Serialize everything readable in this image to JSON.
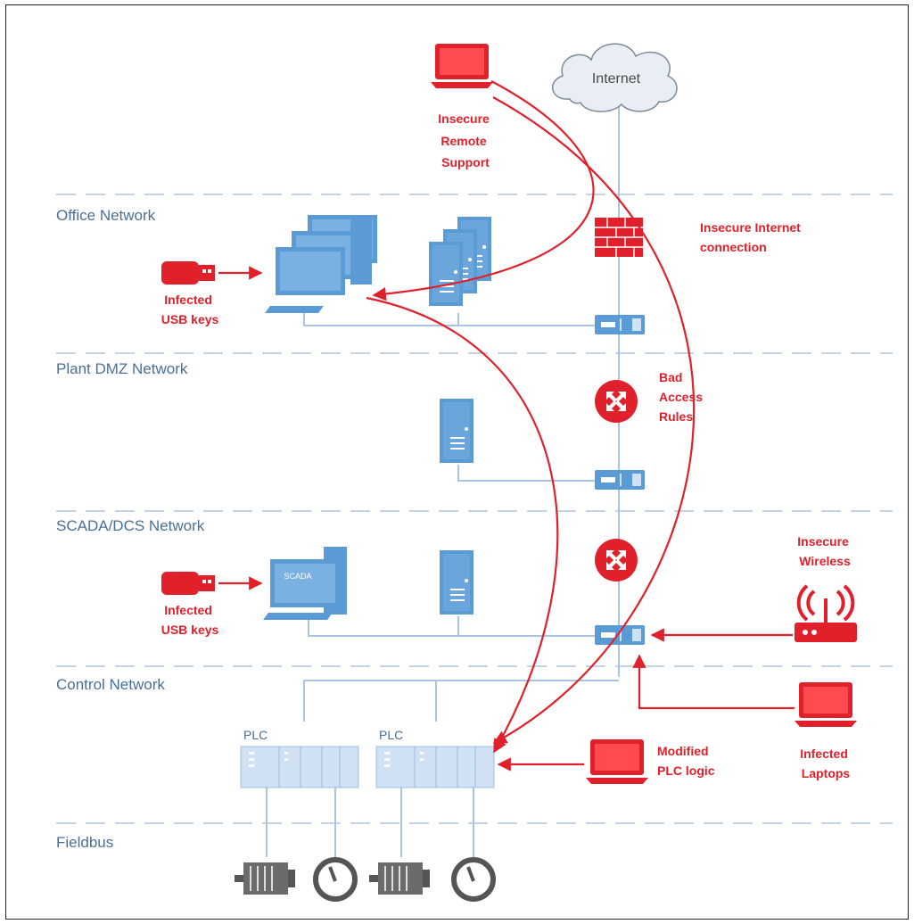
{
  "zones": {
    "office": "Office Network",
    "dmz": "Plant DMZ Network",
    "scada": "SCADA/DCS Network",
    "control": "Control Network",
    "fieldbus": "Fieldbus"
  },
  "internet_label": "Internet",
  "scada_screen_label": "SCADA",
  "plc_label": "PLC",
  "threats": {
    "remote_support": [
      "Insecure",
      "Remote",
      "Support"
    ],
    "internet_connection": [
      "Insecure Internet",
      "connection"
    ],
    "usb_office": [
      "Infected",
      "USB keys"
    ],
    "usb_scada": [
      "Infected",
      "USB keys"
    ],
    "access_rules": [
      "Bad",
      "Access",
      "Rules"
    ],
    "wireless": [
      "Insecure",
      "Wireless"
    ],
    "plc_logic": [
      "Modified",
      "PLC logic"
    ],
    "laptops": [
      "Infected",
      "Laptops"
    ]
  },
  "colors": {
    "threat": "#e0202a",
    "network": "#4a6f97",
    "device": "#5b9bd5",
    "line": "#a9c4e0"
  },
  "icons": [
    "laptop-icon",
    "cloud-icon",
    "firewall-icon",
    "router-icon",
    "switch-icon",
    "usb-key-icon",
    "workstation-icon",
    "server-icon",
    "wireless-access-point-icon",
    "plc-icon",
    "motor-icon",
    "gauge-icon"
  ]
}
